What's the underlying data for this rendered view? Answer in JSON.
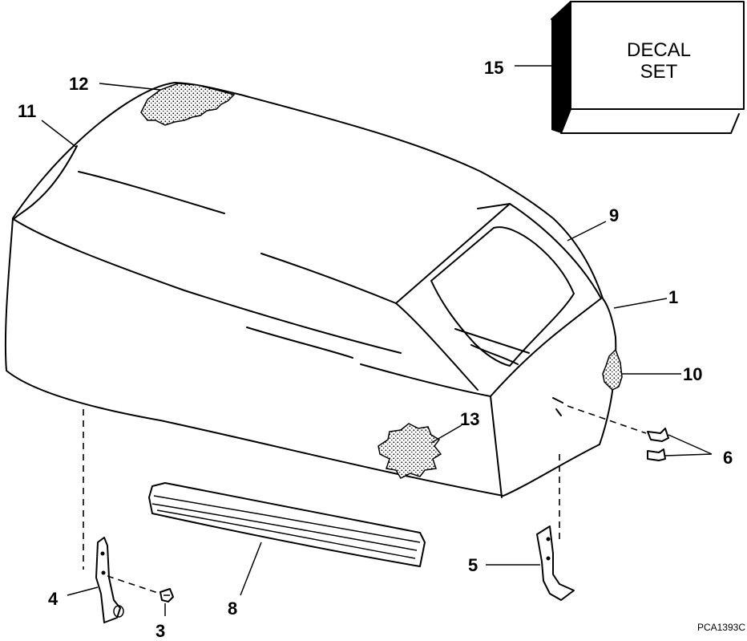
{
  "diagram": {
    "decal": {
      "line1": "DECAL",
      "line2": "SET"
    },
    "callouts": [
      {
        "id": "c1",
        "label": "1"
      },
      {
        "id": "c3",
        "label": "3"
      },
      {
        "id": "c4",
        "label": "4"
      },
      {
        "id": "c5",
        "label": "5"
      },
      {
        "id": "c6",
        "label": "6"
      },
      {
        "id": "c8",
        "label": "8"
      },
      {
        "id": "c9",
        "label": "9"
      },
      {
        "id": "c10",
        "label": "10"
      },
      {
        "id": "c11",
        "label": "11"
      },
      {
        "id": "c12",
        "label": "12"
      },
      {
        "id": "c13",
        "label": "13"
      },
      {
        "id": "c15",
        "label": "15"
      }
    ],
    "figure_id": "PCA1393C"
  }
}
